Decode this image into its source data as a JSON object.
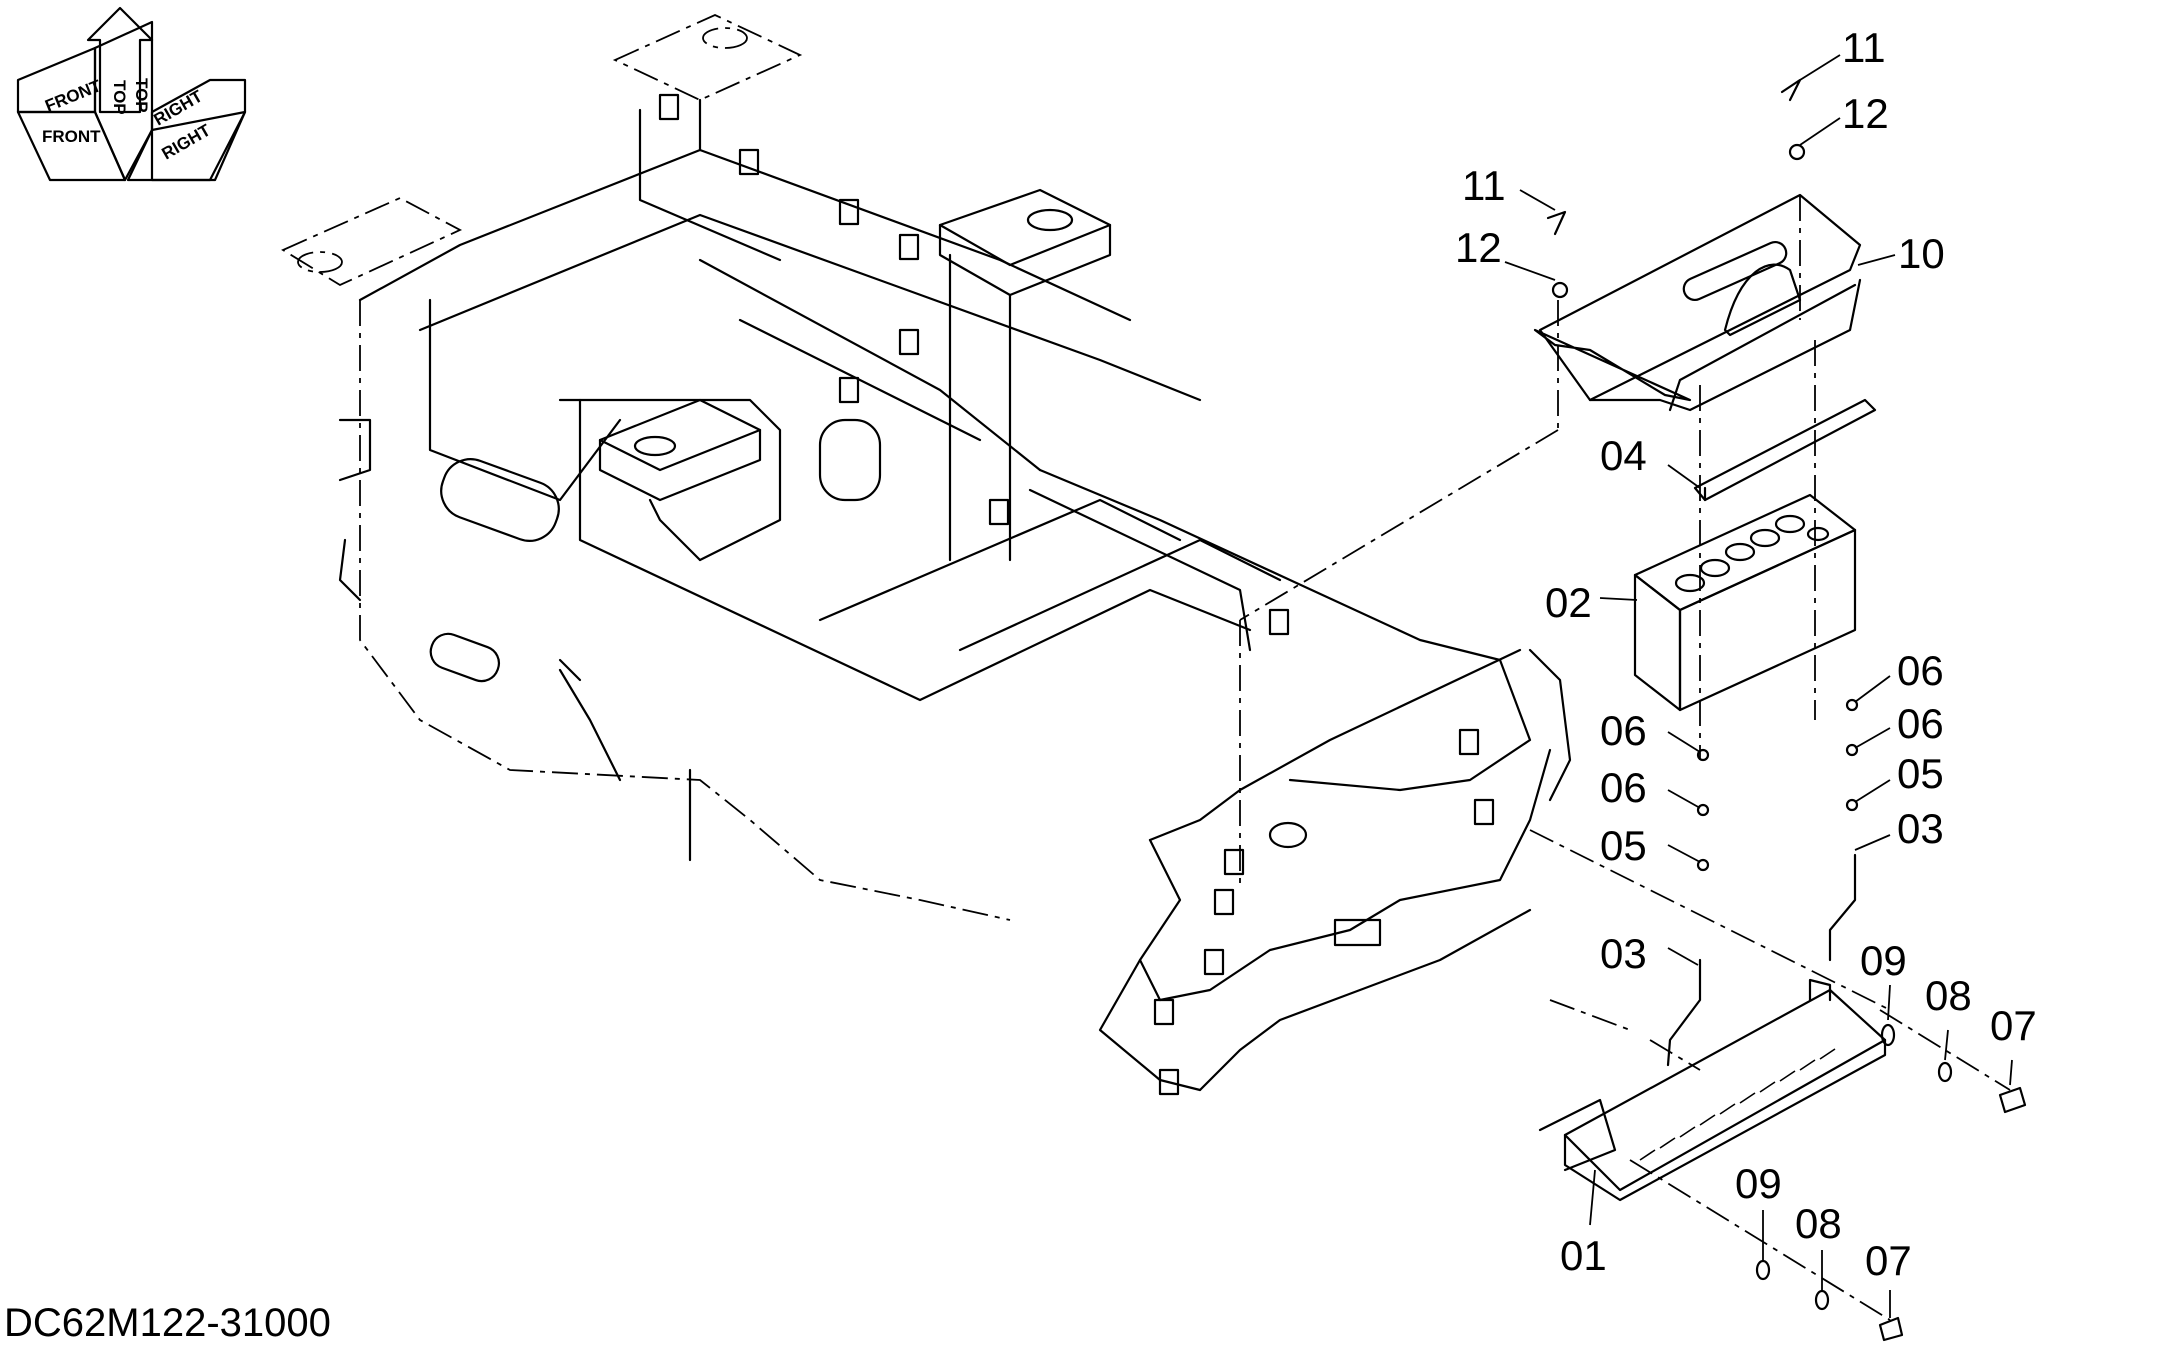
{
  "drawing_code": "DC62M122-31000",
  "orientation": {
    "front_top": "FRONT",
    "front_side": "FRONT",
    "top_a": "TOP",
    "top_b": "TOP",
    "right_top": "RIGHT",
    "right_side": "RIGHT"
  },
  "callouts": [
    {
      "id": "c11a",
      "label": "11"
    },
    {
      "id": "c12a",
      "label": "12"
    },
    {
      "id": "c11b",
      "label": "11"
    },
    {
      "id": "c12b",
      "label": "12"
    },
    {
      "id": "c10",
      "label": "10"
    },
    {
      "id": "c04",
      "label": "04"
    },
    {
      "id": "c02",
      "label": "02"
    },
    {
      "id": "c06a",
      "label": "06"
    },
    {
      "id": "c06b",
      "label": "06"
    },
    {
      "id": "c06c",
      "label": "06"
    },
    {
      "id": "c06d",
      "label": "06"
    },
    {
      "id": "c05a",
      "label": "05"
    },
    {
      "id": "c05b",
      "label": "05"
    },
    {
      "id": "c03a",
      "label": "03"
    },
    {
      "id": "c03b",
      "label": "03"
    },
    {
      "id": "c09a",
      "label": "09"
    },
    {
      "id": "c08a",
      "label": "08"
    },
    {
      "id": "c07a",
      "label": "07"
    },
    {
      "id": "c01",
      "label": "01"
    },
    {
      "id": "c09b",
      "label": "09"
    },
    {
      "id": "c08b",
      "label": "08"
    },
    {
      "id": "c07b",
      "label": "07"
    }
  ]
}
